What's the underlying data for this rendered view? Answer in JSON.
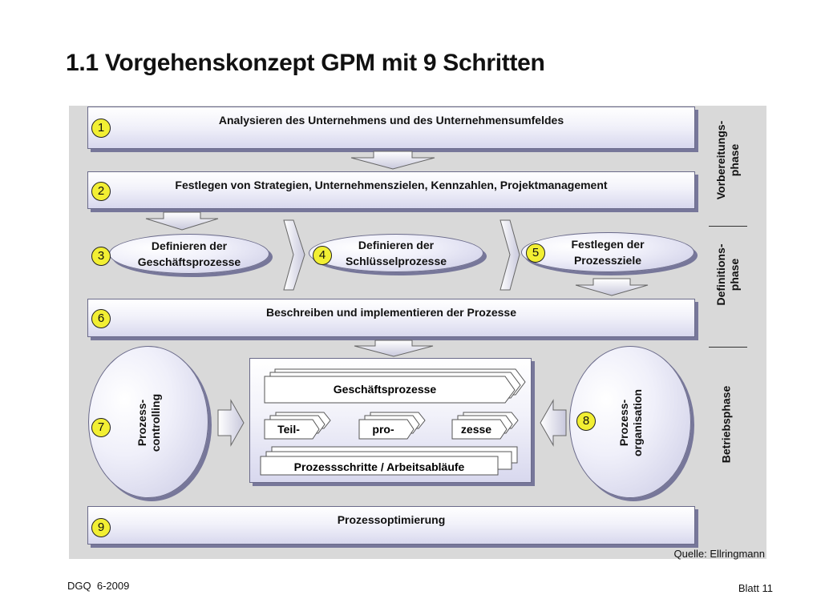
{
  "title": "1.1 Vorgehenskonzept GPM mit 9 Schritten",
  "steps": {
    "s1": {
      "num": "1",
      "label": "Analysieren des Unternehmens und des Unternehmensumfeldes"
    },
    "s2": {
      "num": "2",
      "label": "Festlegen von Strategien, Unternehmenszielen, Kennzahlen, Projektmanagement"
    },
    "s3": {
      "num": "3",
      "line1": "Definieren der",
      "line2": "Geschäftsprozesse"
    },
    "s4": {
      "num": "4",
      "line1": "Definieren der",
      "line2": "Schlüsselprozesse"
    },
    "s5": {
      "num": "5",
      "line1": "Festlegen der",
      "line2": "Prozessziele"
    },
    "s6": {
      "num": "6",
      "label": "Beschreiben und implementieren der Prozesse"
    },
    "s7": {
      "num": "7",
      "line1": "Prozess-",
      "line2": "controlling"
    },
    "s8": {
      "num": "8",
      "line1": "Prozess-",
      "line2": "organisation"
    },
    "s9": {
      "num": "9",
      "label": "Prozessoptimierung"
    }
  },
  "center": {
    "top": "Geschäftsprozesse",
    "sub1": "Teil-",
    "sub2": "pro-",
    "sub3": "zesse",
    "bottom": "Prozessschritte / Arbeitsabläufe"
  },
  "phases": {
    "p1_line1": "Vorbereitungs-",
    "p1_line2": "phase",
    "p2_line1": "Definitions-",
    "p2_line2": "phase",
    "p3": "Betriebsphase"
  },
  "source": "Quelle: Ellringmann",
  "footer_left": "DGQ  6-2009",
  "footer_right": "Blatt 11",
  "colors": {
    "badge": "#f2ef33",
    "panel": "#d9d9d9",
    "box_shadow": "#77779a"
  }
}
